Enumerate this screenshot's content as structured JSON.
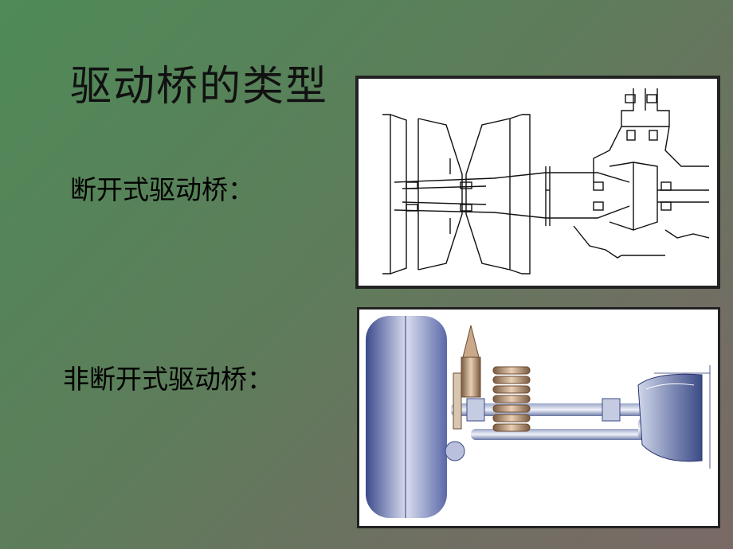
{
  "slide": {
    "title": "驱动桥的类型",
    "items": [
      {
        "label": "断开式驱动桥："
      },
      {
        "label": "非断开式驱动桥："
      }
    ]
  }
}
